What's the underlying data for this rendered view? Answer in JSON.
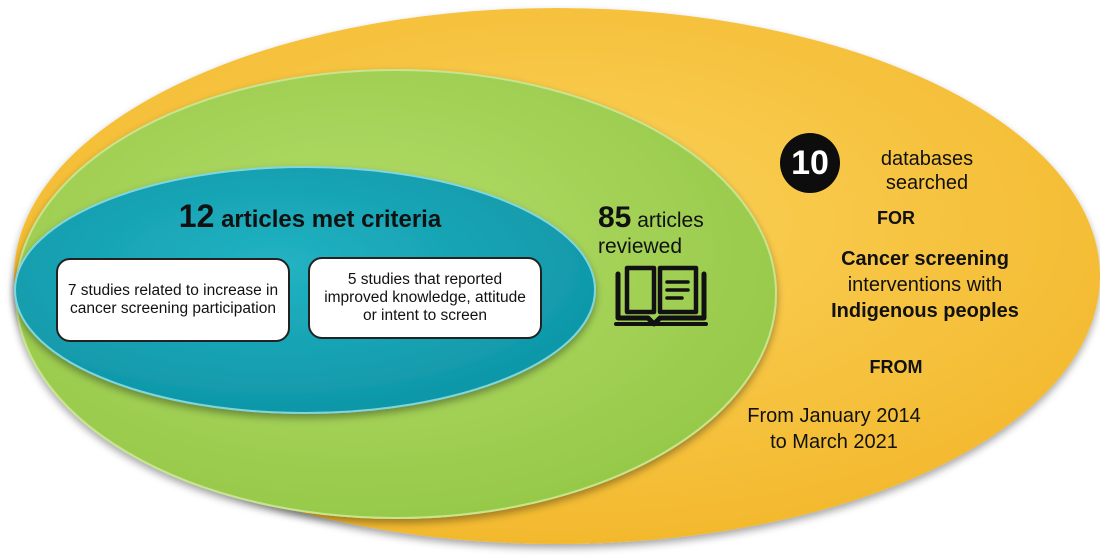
{
  "colors": {
    "outer_ellipse": "#f6c341",
    "middle_ellipse": "#a9d65b",
    "inner_ellipse": "#1aa7b8",
    "outline": "#e0a820",
    "box_border": "#222222",
    "badge": "#0d0d0d"
  },
  "icons": [
    "book-icon"
  ],
  "inner": {
    "count": "12",
    "label": "articles met criteria",
    "box1": "7 studies related to increase in cancer screening participation",
    "box2": "5 studies that reported improved knowledge, attitude or intent to screen"
  },
  "middle": {
    "count": "85",
    "label_line1": "articles",
    "label_line2": "reviewed"
  },
  "outer": {
    "db_count": "10",
    "db_line1": "databases",
    "db_line2": "searched",
    "for_label": "FOR",
    "topic_line1": "Cancer screening",
    "topic_line2": "interventions with",
    "topic_line3": "Indigenous peoples",
    "from_label": "FROM",
    "date_line1": "From January 2014",
    "date_line2": "to March 2021"
  }
}
